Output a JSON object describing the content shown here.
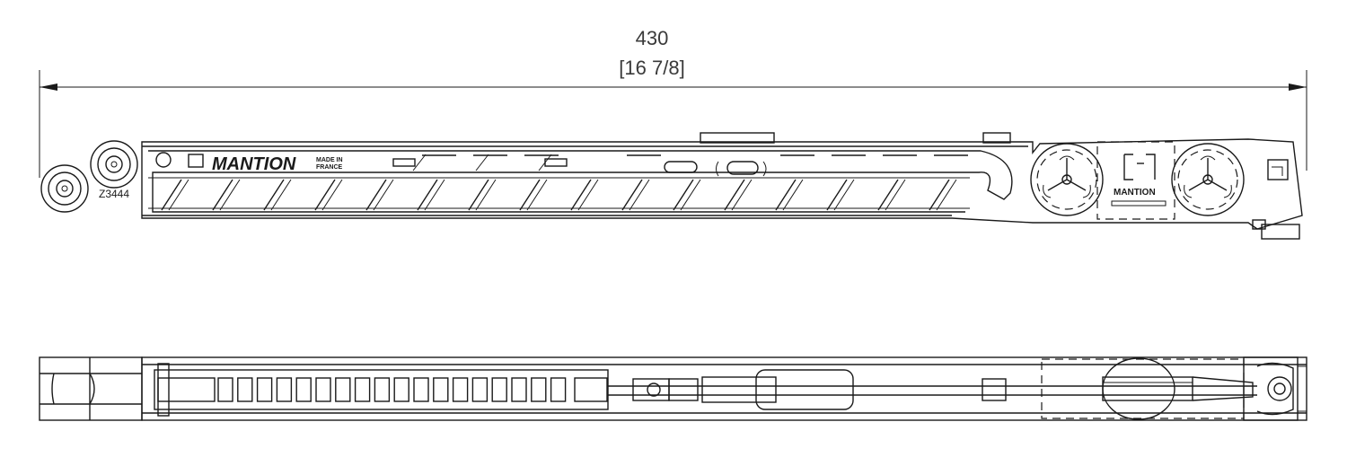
{
  "dimension": {
    "metric": "430",
    "imperial": "[16 7/8]"
  },
  "labels": {
    "brand": "MANTION",
    "made_in_line1": "MADE IN",
    "made_in_line2": "FRANCE",
    "part_code": "Z3444",
    "brand_small": "MANTION"
  },
  "colors": {
    "line": "#1a1a1a",
    "text": "#3a3a3a"
  }
}
